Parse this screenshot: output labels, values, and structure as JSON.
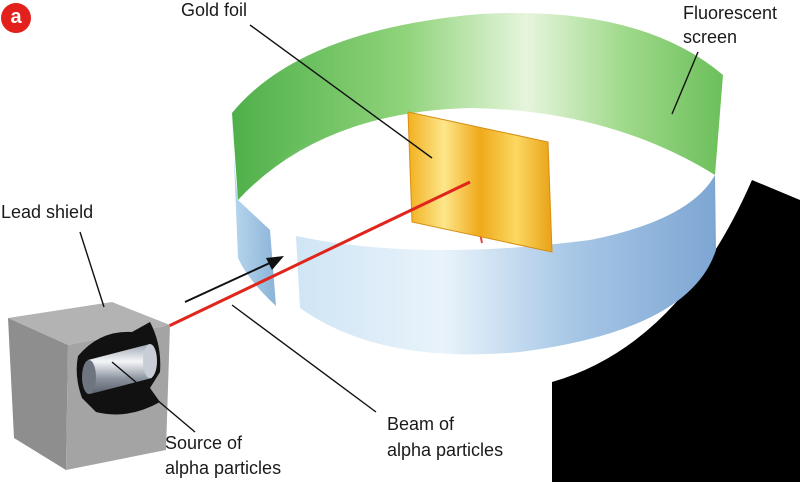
{
  "panel_letter": "a",
  "labels": {
    "gold_foil": "Gold foil",
    "fluorescent_screen_line1": "Fluorescent",
    "fluorescent_screen_line2": "screen",
    "lead_shield": "Lead shield",
    "source_line1": "Source of",
    "source_line2": "alpha particles",
    "beam_line1": "Beam of",
    "beam_line2": "alpha particles"
  },
  "colors": {
    "badge": "#e3201b",
    "beam": "#e0261c",
    "foil": "#f5c21b",
    "screen_inner": "#7cc96a",
    "screen_outer": "#a9cbe6",
    "shield": "#8c8c8c"
  }
}
